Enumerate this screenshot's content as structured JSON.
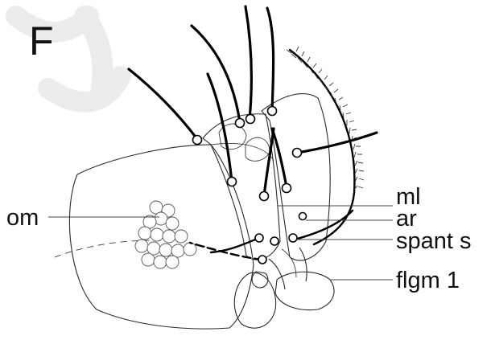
{
  "panel_label": "F",
  "labels": {
    "om": "om",
    "ml": "ml",
    "ar": "ar",
    "spant_s": "spant s",
    "flgm_1": "flgm 1"
  }
}
